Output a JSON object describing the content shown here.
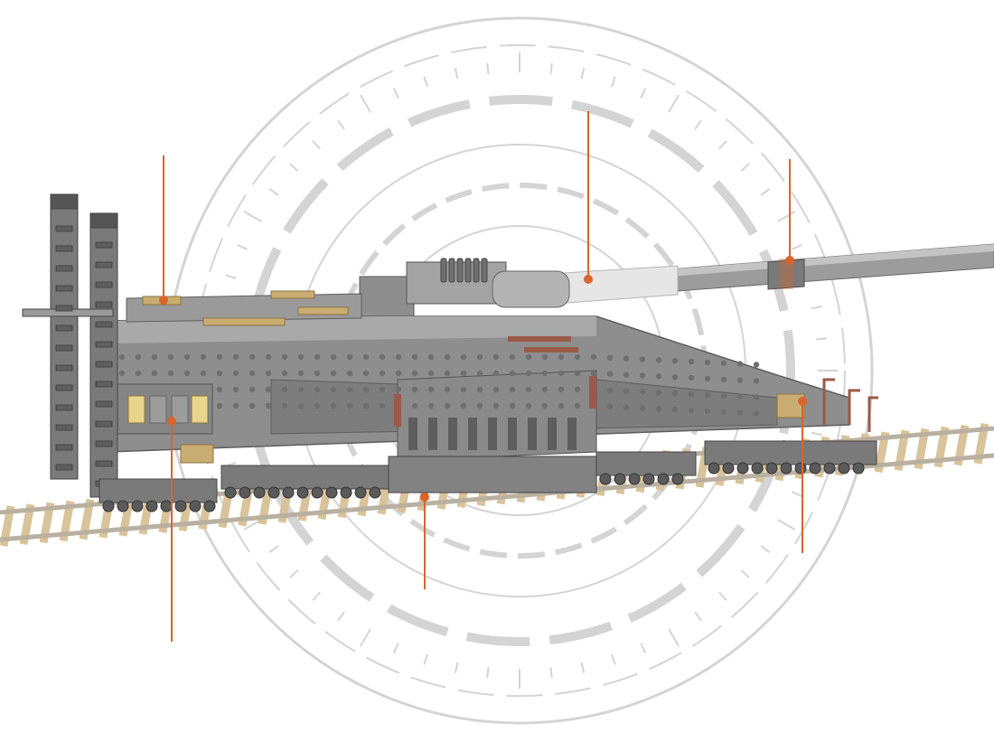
{
  "scene": {
    "subject": "railway-gun-brick-model",
    "colors": {
      "background": "#ffffff",
      "dial": "#d4d4d4",
      "dial_dark": "#c2c2c2",
      "hull": "#8e8e8e",
      "hull_dark": "#5e5e5e",
      "hull_light": "#a9a9a9",
      "stud": "#6f6f6f",
      "barrel": "#9c9c9c",
      "barrel_light": "#e6e6e6",
      "rail_tie": "#d9c39a",
      "rail": "#b9b0a0",
      "callout": "#d9652c",
      "rust": "#9a5a48",
      "tan": "#c9ac72",
      "window": "#e8d48a"
    },
    "callouts": [
      {
        "id": "turret-top",
        "target": "upper-deck-fitting"
      },
      {
        "id": "barrel-mid",
        "target": "gun-barrel"
      },
      {
        "id": "barrel-clamp",
        "target": "barrel-clamp-ring"
      },
      {
        "id": "cab-window",
        "target": "front-cab"
      },
      {
        "id": "bogie-center",
        "target": "center-bogie"
      },
      {
        "id": "rear-crate",
        "target": "rear-crate"
      }
    ]
  }
}
